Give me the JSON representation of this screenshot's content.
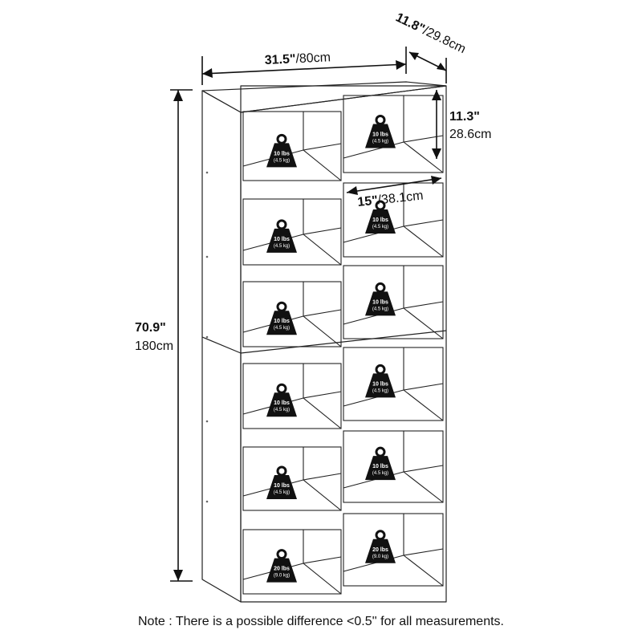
{
  "dimensions": {
    "width_in": "31.5\"",
    "width_cm": "/80cm",
    "depth_in": "11.8\"",
    "depth_cm": "/29.8cm",
    "height_in": "70.9\"",
    "height_cm": "180cm",
    "cube_height_in": "11.3\"",
    "cube_height_cm": "28.6cm",
    "cube_width_in": "15\"",
    "cube_width_cm": "/38.1cm"
  },
  "weights": [
    {
      "main": "10 lbs",
      "sub": "(4.5 kg)"
    },
    {
      "main": "10 lbs",
      "sub": "(4.5 kg)"
    },
    {
      "main": "10 lbs",
      "sub": "(4.5 kg)"
    },
    {
      "main": "10 lbs",
      "sub": "(4.5 kg)"
    },
    {
      "main": "10 lbs",
      "sub": "(4.5 kg)"
    },
    {
      "main": "10 lbs",
      "sub": "(4.5 kg)"
    },
    {
      "main": "10 lbs",
      "sub": "(4.5 kg)"
    },
    {
      "main": "10 lbs",
      "sub": "(4.5 kg)"
    },
    {
      "main": "10 lbs",
      "sub": "(4.5 kg)"
    },
    {
      "main": "10 lbs",
      "sub": "(4.5 kg)"
    },
    {
      "main": "20 lbs",
      "sub": "(9.0 kg)"
    },
    {
      "main": "20 lbs",
      "sub": "(9.0 kg)"
    }
  ],
  "note": "Note : There is a possible difference <0.5'' for all measurements."
}
